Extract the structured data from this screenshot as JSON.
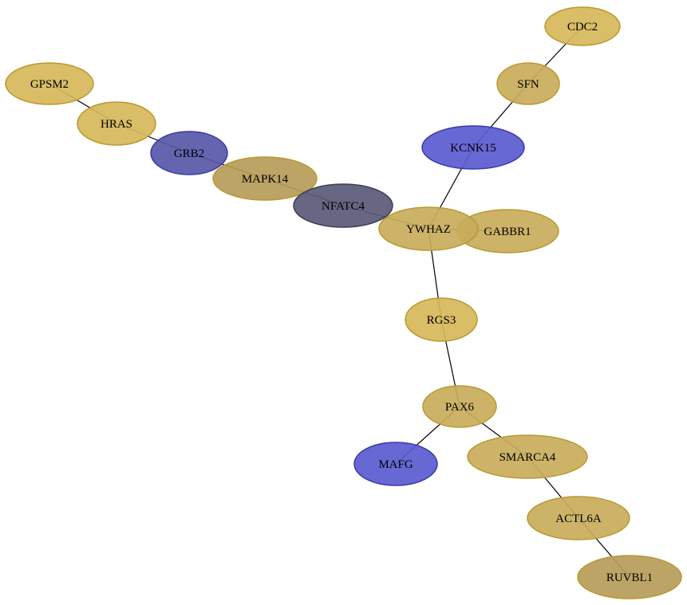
{
  "colors": {
    "gold": "#d6b75a",
    "gold_dark": "#c9ad5b",
    "olive": "#b59c59",
    "blue": "#5b5bd0",
    "indigo": "#5858a8",
    "slate": "#5a5a78",
    "gold_stroke": "#b99a30",
    "blue_stroke": "#3a3aaa",
    "slate_stroke": "#3c3c5a"
  },
  "nodes": [
    {
      "id": "CDC2",
      "label": "CDC2",
      "color": "gold"
    },
    {
      "id": "SFN",
      "label": "SFN",
      "color": "gold_dark"
    },
    {
      "id": "KCNK15",
      "label": "KCNK15",
      "color": "blue"
    },
    {
      "id": "GPSM2",
      "label": "GPSM2",
      "color": "gold"
    },
    {
      "id": "HRAS",
      "label": "HRAS",
      "color": "gold"
    },
    {
      "id": "GRB2",
      "label": "GRB2",
      "color": "indigo"
    },
    {
      "id": "MAPK14",
      "label": "MAPK14",
      "color": "olive"
    },
    {
      "id": "NFATC4",
      "label": "NFATC4",
      "color": "slate"
    },
    {
      "id": "GABBR1",
      "label": "GABBR1",
      "color": "gold_dark"
    },
    {
      "id": "YWHAZ",
      "label": "YWHAZ",
      "color": "gold_dark"
    },
    {
      "id": "RGS3",
      "label": "RGS3",
      "color": "gold"
    },
    {
      "id": "PAX6",
      "label": "PAX6",
      "color": "gold_dark"
    },
    {
      "id": "MAFG",
      "label": "MAFG",
      "color": "blue"
    },
    {
      "id": "SMARCA4",
      "label": "SMARCA4",
      "color": "gold_dark"
    },
    {
      "id": "ACTL6A",
      "label": "ACTL6A",
      "color": "gold_dark"
    },
    {
      "id": "RUVBL1",
      "label": "RUVBL1",
      "color": "olive"
    }
  ],
  "edges": [
    [
      "CDC2",
      "SFN"
    ],
    [
      "SFN",
      "KCNK15"
    ],
    [
      "KCNK15",
      "YWHAZ"
    ],
    [
      "GPSM2",
      "HRAS"
    ],
    [
      "HRAS",
      "GRB2"
    ],
    [
      "GRB2",
      "MAPK14"
    ],
    [
      "MAPK14",
      "NFATC4"
    ],
    [
      "NFATC4",
      "YWHAZ"
    ],
    [
      "YWHAZ",
      "GABBR1"
    ],
    [
      "YWHAZ",
      "RGS3"
    ],
    [
      "RGS3",
      "PAX6"
    ],
    [
      "PAX6",
      "MAFG"
    ],
    [
      "PAX6",
      "SMARCA4"
    ],
    [
      "SMARCA4",
      "ACTL6A"
    ],
    [
      "ACTL6A",
      "RUVBL1"
    ]
  ]
}
